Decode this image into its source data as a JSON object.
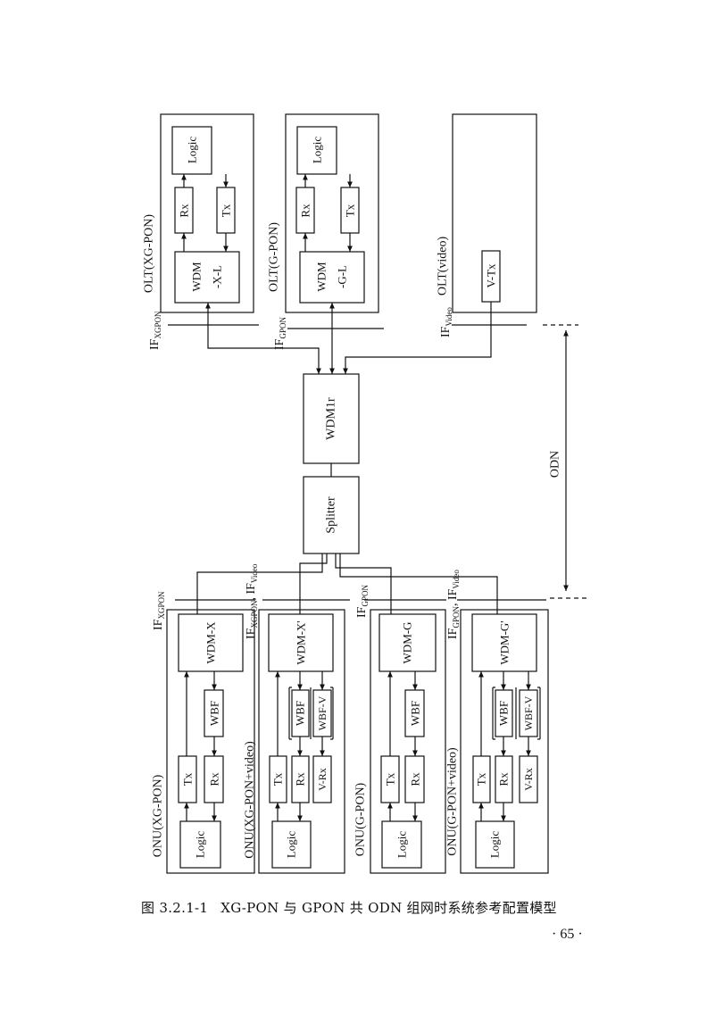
{
  "olt_groups": [
    {
      "title": "OLT(XG-PON)",
      "logic": "Logic",
      "rx": "Rx",
      "tx": "Tx",
      "wdm": [
        "WDM",
        "-X-L"
      ],
      "iface": {
        "main": "IF",
        "sub": "XGPON"
      }
    },
    {
      "title": "OLT(G-PON)",
      "logic": "Logic",
      "rx": "Rx",
      "tx": "Tx",
      "wdm": [
        "WDM",
        "-G-L"
      ],
      "iface": {
        "main": "IF",
        "sub": "GPON"
      }
    },
    {
      "title": "OLT(video)",
      "vtx": "V-Tx",
      "iface": {
        "main": "IF",
        "sub": "Video"
      }
    }
  ],
  "center": {
    "wdm1r": "WDM1r",
    "splitter": "Splitter",
    "odn": "ODN"
  },
  "onu_groups": [
    {
      "title": "ONU(XG-PON)",
      "logic": "Logic",
      "tx": "Tx",
      "rx": "Rx",
      "wbf": "WBF",
      "wdm": "WDM-X",
      "iface": [
        {
          "main": "IF",
          "sub": "XGPON"
        }
      ]
    },
    {
      "title": "ONU(XG-PON+video)",
      "logic": "Logic",
      "tx": "Tx",
      "rx": "Rx",
      "vrx": "V-Rx",
      "wbf": "WBF",
      "wbfv": "WBF-V",
      "wdm": "WDM-X'",
      "iface": [
        {
          "main": "IF",
          "sub": "XGPON"
        },
        {
          "main": ", IF",
          "sub": "Video"
        }
      ]
    },
    {
      "title": "ONU(G-PON)",
      "logic": "Logic",
      "tx": "Tx",
      "rx": "Rx",
      "wbf": "WBF",
      "wdm": "WDM-G",
      "iface": [
        {
          "main": "IF",
          "sub": "GPON"
        }
      ]
    },
    {
      "title": "ONU(G-PON+video)",
      "logic": "Logic",
      "tx": "Tx",
      "rx": "Rx",
      "vrx": "V-Rx",
      "wbf": "WBF",
      "wbfv": "WBF-V",
      "wdm": "WDM-G'",
      "iface": [
        {
          "main": "IF",
          "sub": "GPON"
        },
        {
          "main": ", IF",
          "sub": "Video"
        }
      ]
    }
  ],
  "caption": {
    "number": "图 3.2.1-1",
    "text": "XG-PON 与 GPON 共 ODN 组网时系统参考配置模型"
  },
  "page_number": "· 65 ·"
}
